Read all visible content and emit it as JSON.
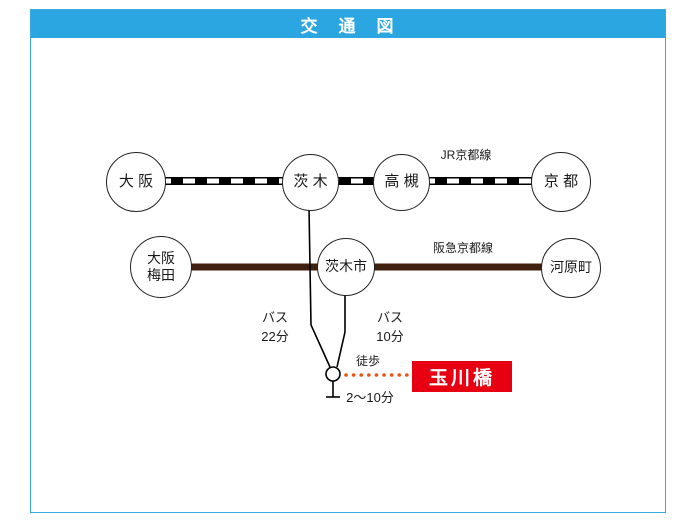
{
  "title": "交　通　図",
  "colors": {
    "header": "#2ca6e0",
    "border": "#3aa9de",
    "hankyu_line": "#40210f",
    "walk_dots": "#ea5514",
    "destination_bg": "#e60012"
  },
  "jr": {
    "line_label": "JR京都線",
    "stations": [
      "大 阪",
      "茨 木",
      "高 槻",
      "京 都"
    ]
  },
  "hankyu": {
    "line_label": "阪急京都線",
    "station_umeda_l1": "大阪",
    "station_umeda_l2": "梅田",
    "stations": [
      "茨木市",
      "河原町"
    ]
  },
  "bus": [
    {
      "mode": "バス",
      "time": "22分"
    },
    {
      "mode": "バス",
      "time": "10分"
    }
  ],
  "walk": {
    "mode": "徒歩",
    "time": "2～10分"
  },
  "destination": "玉川橋"
}
